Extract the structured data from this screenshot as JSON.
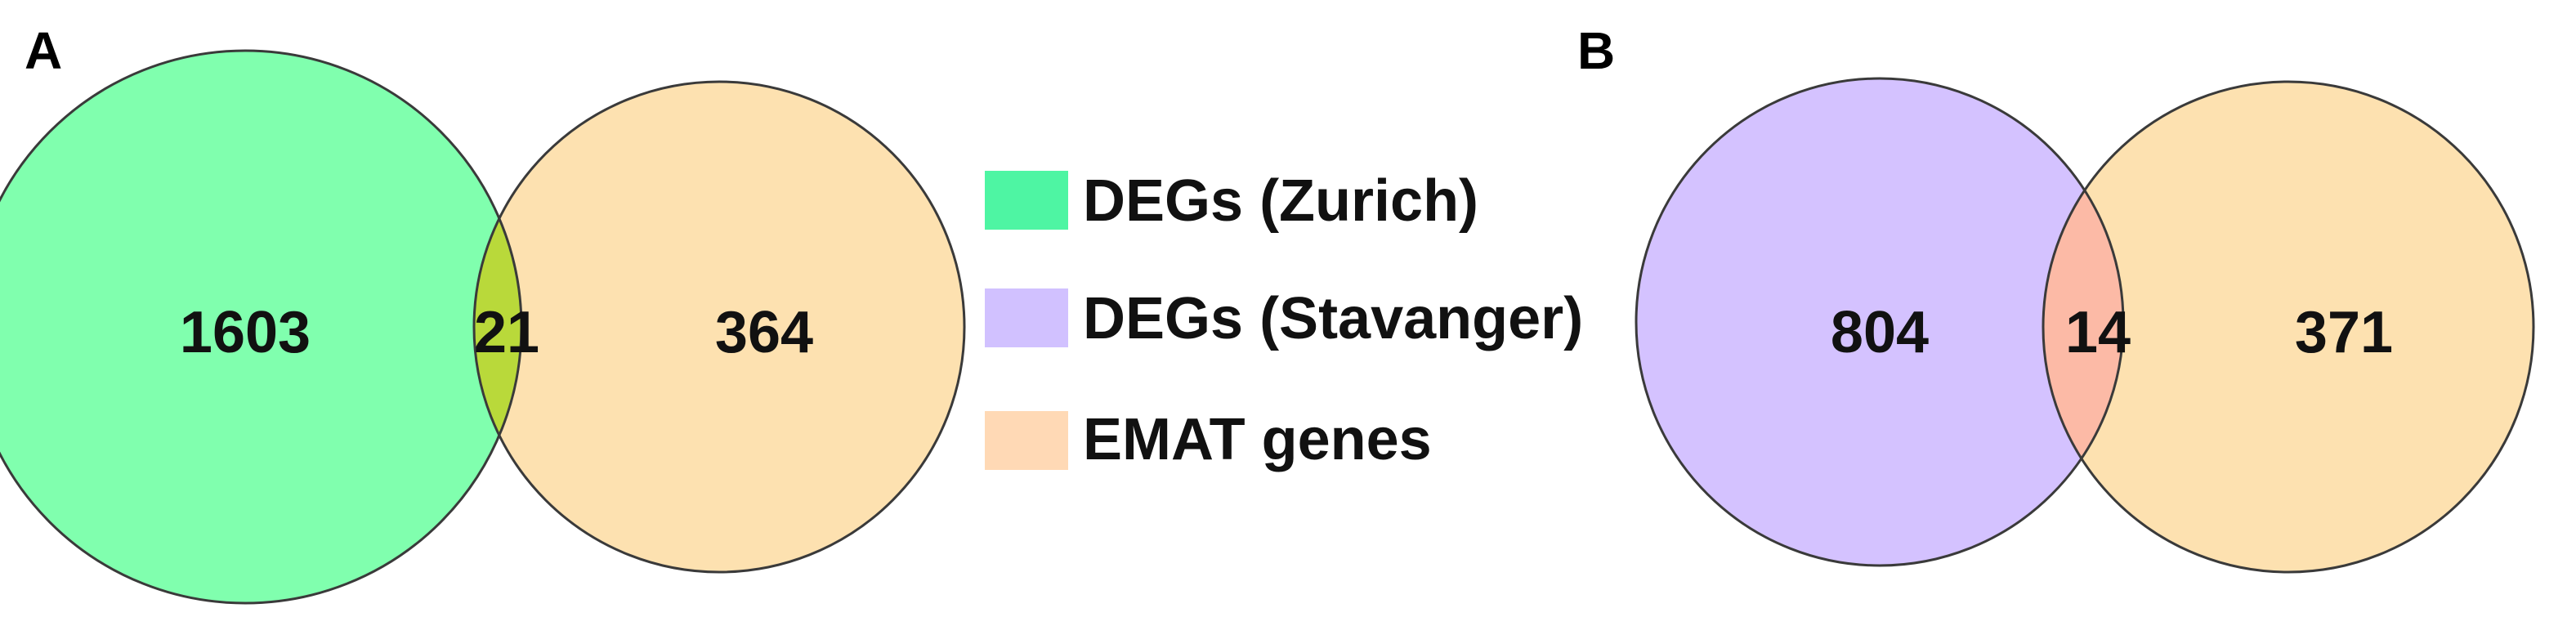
{
  "panels": [
    {
      "label": "A",
      "sets": [
        {
          "key": "deg_zurich",
          "color": "#80ffae"
        },
        {
          "key": "emat",
          "color": "#fde1b0"
        }
      ],
      "intersection_color": "#b9d93a",
      "counts": {
        "left_only": "1603",
        "intersection": "21",
        "right_only": "364"
      }
    },
    {
      "label": "B",
      "sets": [
        {
          "key": "deg_stavanger",
          "color": "#d4c2ff"
        },
        {
          "key": "emat",
          "color": "#fde1b0"
        }
      ],
      "intersection_color": "#fcbaa6",
      "counts": {
        "left_only": "804",
        "intersection": "14",
        "right_only": "371"
      }
    }
  ],
  "legend": [
    {
      "key": "deg_zurich",
      "label": "DEGs (Zurich)",
      "color": "#4ef5a3"
    },
    {
      "key": "deg_stavanger",
      "label": "DEGs (Stavanger)",
      "color": "#d1c1ff"
    },
    {
      "key": "emat",
      "label": "EMAT genes",
      "color": "#ffd9b5"
    }
  ]
}
